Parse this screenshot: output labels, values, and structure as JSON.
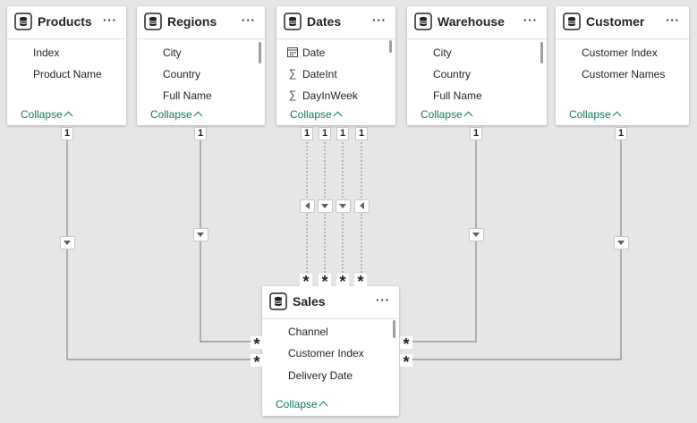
{
  "tables": {
    "products": {
      "title": "Products",
      "fields": [
        "Index",
        "Product Name"
      ],
      "collapse": "Collapse"
    },
    "regions": {
      "title": "Regions",
      "fields": [
        "City",
        "Country",
        "Full Name"
      ],
      "collapse": "Collapse"
    },
    "dates": {
      "title": "Dates",
      "fields": [
        "Date",
        "DateInt",
        "DayInWeek"
      ],
      "field_icons": [
        "calendar-icon",
        "sigma-icon",
        "sigma-icon"
      ],
      "collapse": "Collapse"
    },
    "warehouse": {
      "title": "Warehouse",
      "fields": [
        "City",
        "Country",
        "Full Name"
      ],
      "collapse": "Collapse"
    },
    "customer": {
      "title": "Customer",
      "fields": [
        "Customer Index",
        "Customer Names"
      ],
      "collapse": "Collapse"
    },
    "sales": {
      "title": "Sales",
      "fields": [
        "Channel",
        "Customer Index",
        "Delivery Date"
      ],
      "collapse": "Collapse"
    }
  },
  "more_label": "···",
  "cardinality": {
    "one": "1",
    "many": "*"
  },
  "relationships": [
    {
      "from": "Products",
      "to": "Sales",
      "from_card": "1",
      "to_card": "*",
      "line_style": "solid",
      "direction_marker": "down"
    },
    {
      "from": "Regions",
      "to": "Sales",
      "from_card": "1",
      "to_card": "*",
      "line_style": "solid",
      "direction_marker": "down"
    },
    {
      "from": "Dates",
      "to": "Sales",
      "from_card": "1",
      "to_card": "*",
      "line_style": "dotted",
      "direction_marker": "left"
    },
    {
      "from": "Dates",
      "to": "Sales",
      "from_card": "1",
      "to_card": "*",
      "line_style": "dotted",
      "direction_marker": "down"
    },
    {
      "from": "Dates",
      "to": "Sales",
      "from_card": "1",
      "to_card": "*",
      "line_style": "dotted",
      "direction_marker": "down"
    },
    {
      "from": "Dates",
      "to": "Sales",
      "from_card": "1",
      "to_card": "*",
      "line_style": "dotted",
      "direction_marker": "left"
    },
    {
      "from": "Warehouse",
      "to": "Sales",
      "from_card": "1",
      "to_card": "*",
      "line_style": "solid",
      "direction_marker": "down"
    },
    {
      "from": "Customer",
      "to": "Sales",
      "from_card": "1",
      "to_card": "*",
      "line_style": "solid",
      "direction_marker": "down"
    }
  ],
  "colors": {
    "canvas": "#e6e6e6",
    "card": "#ffffff",
    "accent": "#117865",
    "line": "#8a8886"
  }
}
